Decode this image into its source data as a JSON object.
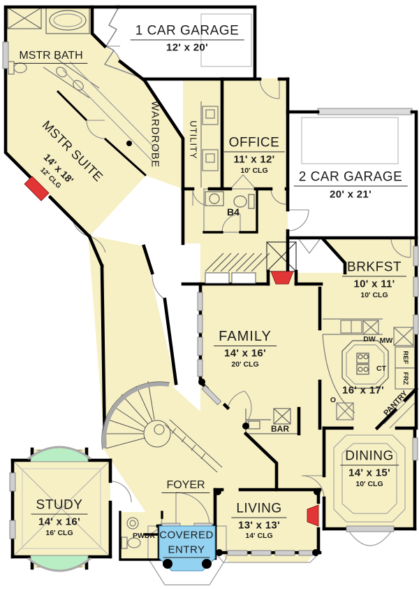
{
  "plan": {
    "colors": {
      "floor": "#f7f0c5",
      "wall": "#000000",
      "entry_blue": "#93d2f0",
      "window_green": "#b9eec4",
      "fireplace_red": "#e23535",
      "exterior": "#ffffff"
    },
    "rooms": {
      "mstr_bath": {
        "name": "MSTR BATH"
      },
      "mstr_suite": {
        "name": "MSTR SUITE",
        "dims": "14' x 18'",
        "clg": "12' CLG"
      },
      "garage1": {
        "name": "1 CAR GARAGE",
        "dims": "12' x 20'"
      },
      "wardrobe": {
        "name": "WARDROBE"
      },
      "utility": {
        "name": "UTILITY"
      },
      "office": {
        "name": "OFFICE",
        "dims": "11' x 12'",
        "clg": "10' CLG"
      },
      "garage2": {
        "name": "2 CAR GARAGE",
        "dims": "20' x 21'"
      },
      "b4": {
        "name": "B4"
      },
      "brkfst": {
        "name": "BRKFST",
        "dims": "10' x 11'",
        "clg": "10' CLG"
      },
      "family": {
        "name": "FAMILY",
        "dims": "14' x 16'",
        "clg": "20' CLG"
      },
      "kitchen": {
        "dims": "16' x 17'"
      },
      "bar": {
        "name": "BAR"
      },
      "pantry": {
        "name": "PANTRY"
      },
      "dining": {
        "name": "DINING",
        "dims": "14' x 15'",
        "clg": "10' CLG"
      },
      "living": {
        "name": "LIVING",
        "dims": "13' x 13'",
        "clg": "14' CLG"
      },
      "foyer": {
        "name": "FOYER"
      },
      "pwdr": {
        "name": "PWDR"
      },
      "entry": {
        "line1": "COVERED",
        "line2": "ENTRY"
      },
      "study": {
        "name": "STUDY",
        "dims": "14' x 16'",
        "clg": "16' CLG"
      }
    },
    "appliances": {
      "dw": "DW",
      "mw": "MW",
      "ref": "REF",
      "frz": "FRZ",
      "ct": "CT",
      "oven": "O"
    }
  }
}
